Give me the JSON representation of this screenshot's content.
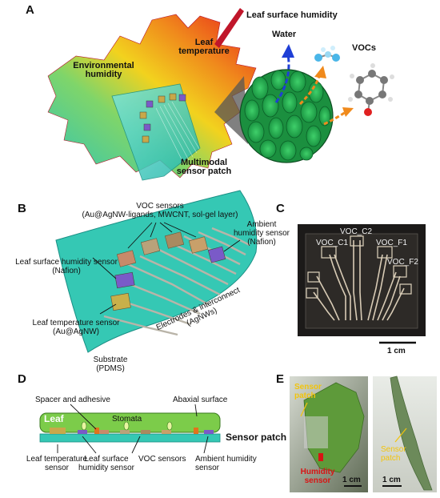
{
  "panels": {
    "A": {
      "letter": "A",
      "labels": {
        "leaf_surface_humidity": "Leaf surface humidity",
        "leaf_temperature_l1": "Leaf",
        "leaf_temperature_l2": "temperature",
        "environmental_l1": "Environmental",
        "environmental_l2": "humidity",
        "water": "Water",
        "vocs": "VOCs",
        "patch_l1": "Multimodal",
        "patch_l2": "sensor patch"
      },
      "colors": {
        "water_arrow": "#1f3fd6",
        "voc_arrow": "#f08a1c",
        "leaf_hot": "#e8231a",
        "leaf_cool": "#35c8b4"
      }
    },
    "B": {
      "letter": "B",
      "labels": {
        "voc_l1": "VOC sensors",
        "voc_l2": "(Au@AgNW-ligands, MWCNT, sol-gel layer)",
        "ambient_l1": "Ambient",
        "ambient_l2": "humidity sensor",
        "ambient_l3": "(Nafion)",
        "leaf_surface_l1": "Leaf surface humidity sensor",
        "leaf_surface_l2": "(Nafion)",
        "leaf_temp_l1": "Leaf temperature sensor",
        "leaf_temp_l2": "(Au@AgNW)",
        "electrodes_l1": "Electrodes & interconnect",
        "electrodes_l2": "(AgNWs)",
        "substrate_l1": "Substrate",
        "substrate_l2": "(PDMS)"
      }
    },
    "C": {
      "letter": "C",
      "labels": {
        "voc_c1": "VOC_C1",
        "voc_c2": "VOC_C2",
        "voc_f1": "VOC_F1",
        "voc_f2": "VOC_F2",
        "scale": "1 cm"
      }
    },
    "D": {
      "letter": "D",
      "labels": {
        "spacer": "Spacer and adhesive",
        "abaxial": "Abaxial surface",
        "leaf": "Leaf",
        "stomata": "Stomata",
        "sensor_patch": "Sensor patch",
        "leaf_temp_l1": "Leaf temperature",
        "leaf_temp_l2": "sensor",
        "leaf_surface_l1": "Leaf surface",
        "leaf_surface_l2": "humidity sensor",
        "voc": "VOC sensors",
        "ambient_l1": "Ambient humidity",
        "ambient_l2": "sensor"
      }
    },
    "E": {
      "letter": "E",
      "labels": {
        "sensor_patch_l1": "Sensor",
        "sensor_patch_l2": "patch",
        "humidity_l1": "Humidity",
        "humidity_l2": "sensor",
        "scale_left": "1 cm",
        "sensor_patch2_l1": "Sensor",
        "sensor_patch2_l2": "patch",
        "scale_right": "1 cm"
      }
    }
  }
}
